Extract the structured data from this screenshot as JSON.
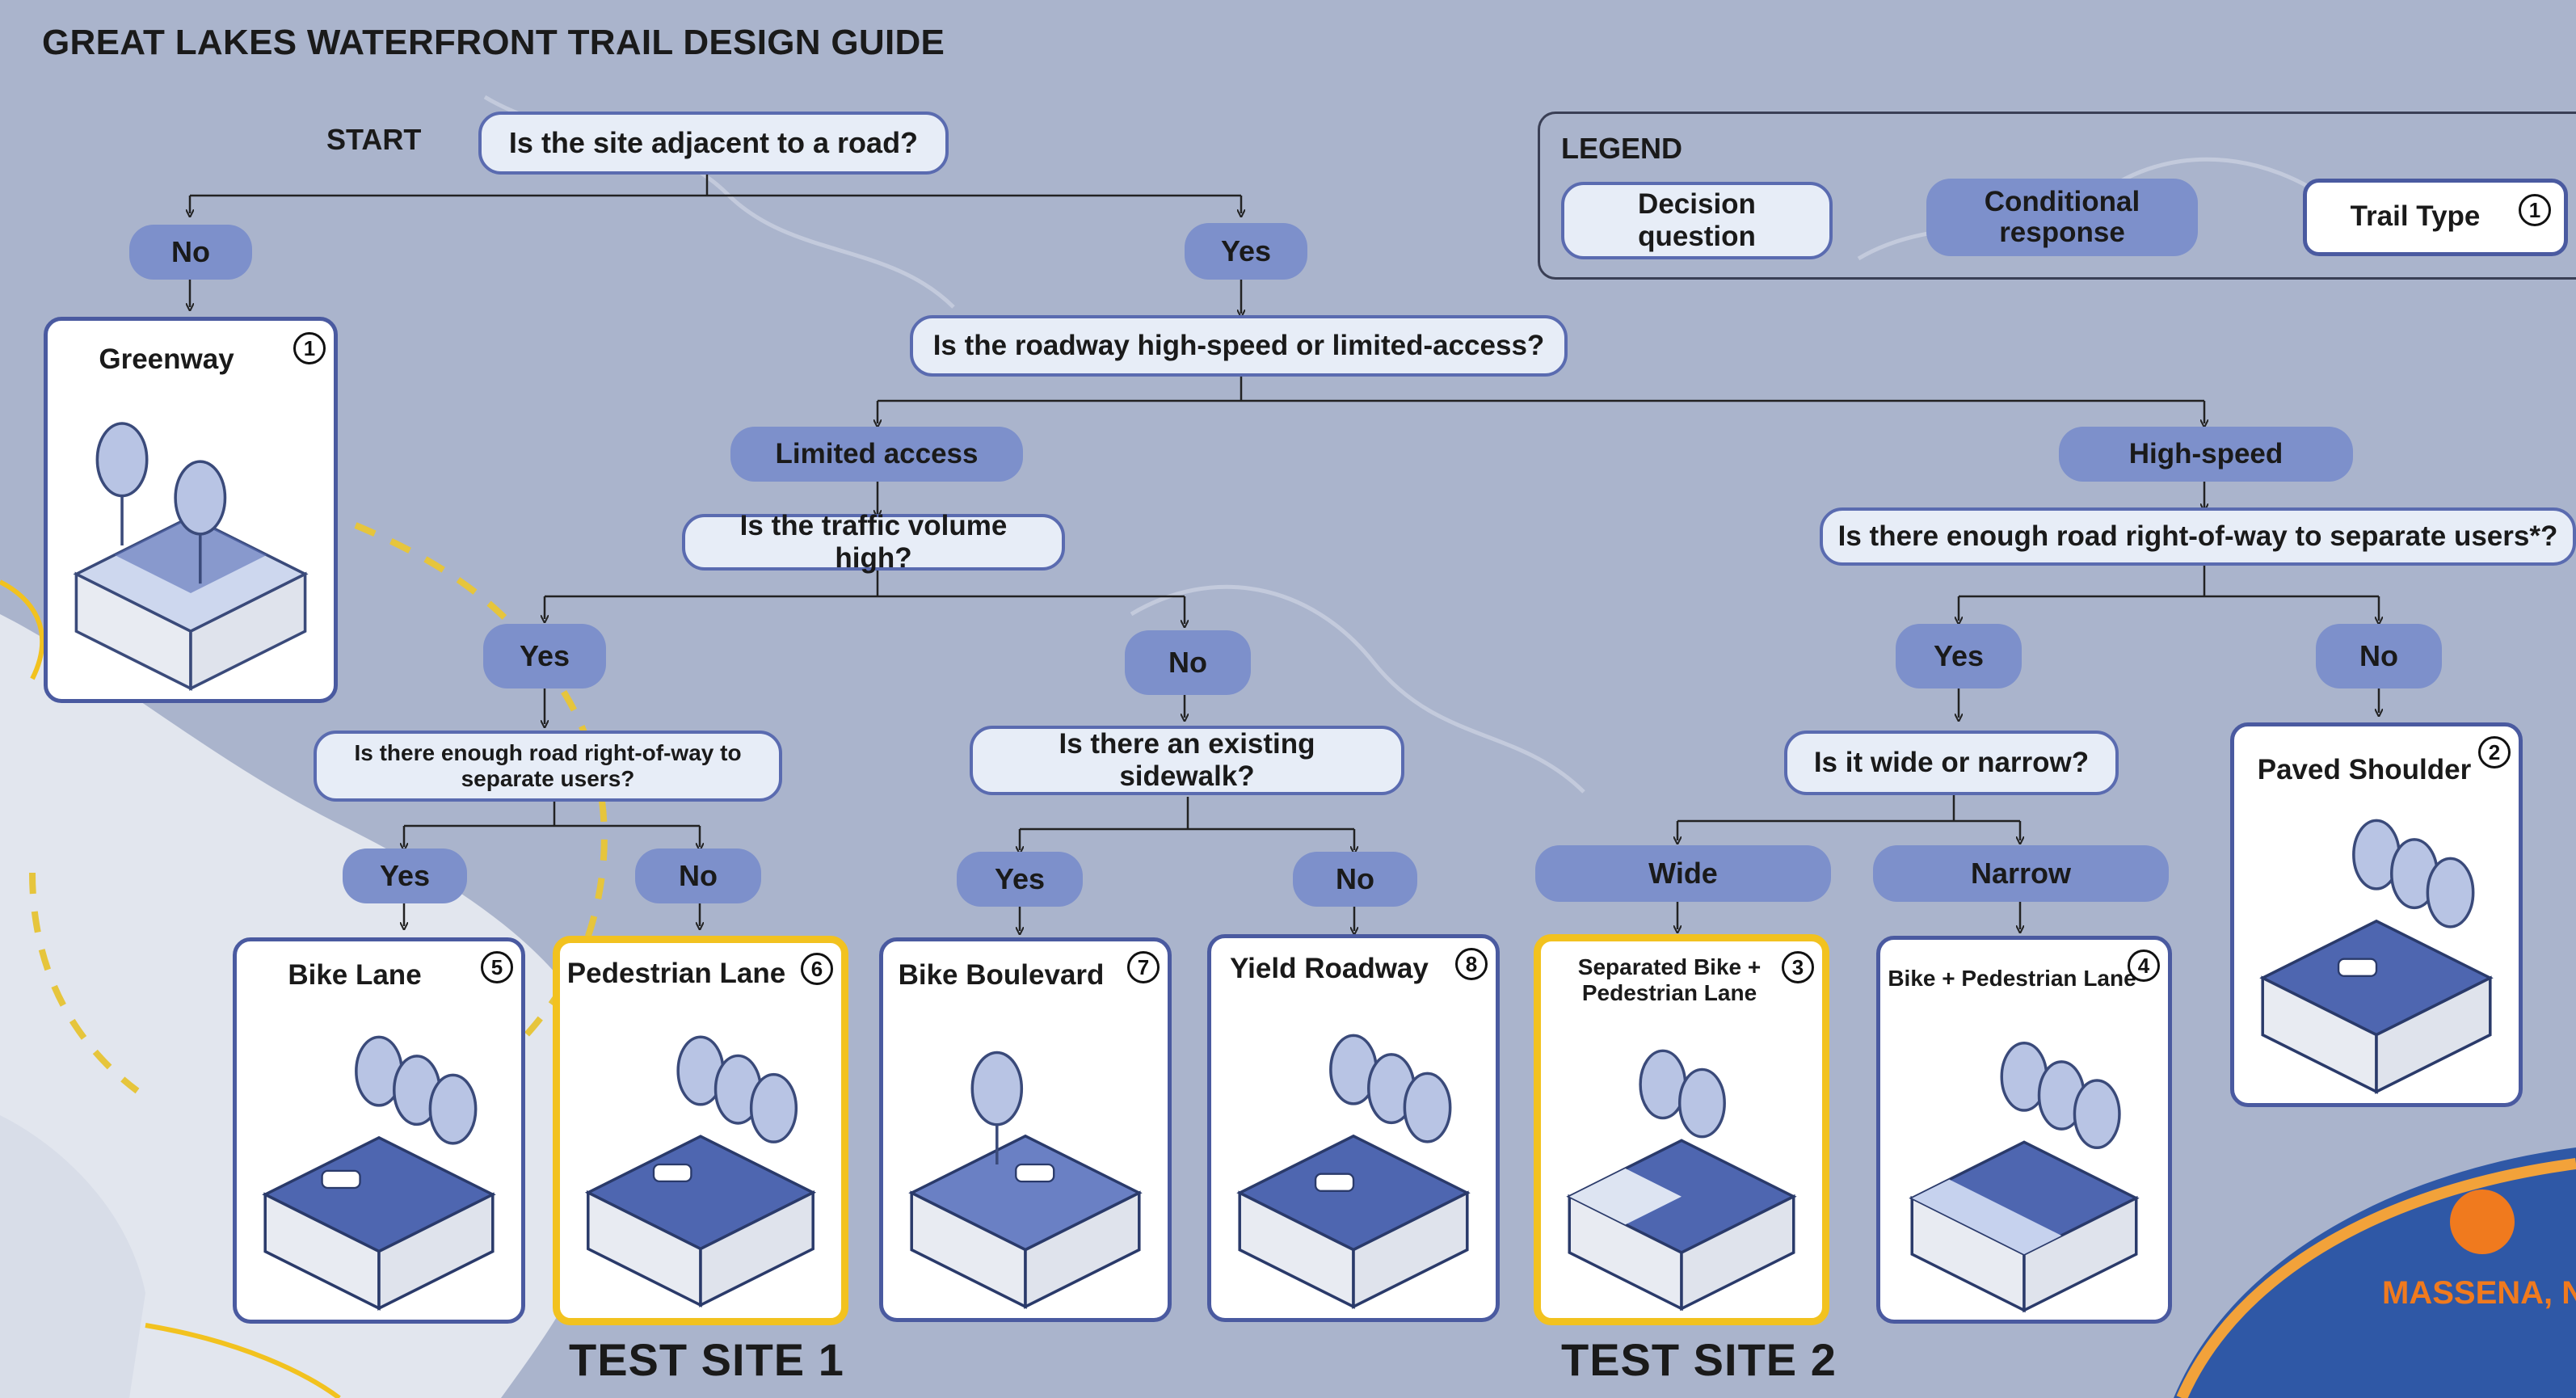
{
  "title": "GREAT LAKES WATERFRONT TRAIL DESIGN GUIDE",
  "start_label": "START",
  "questions": {
    "q1": "Is the site adjacent to a road?",
    "q2": "Is the roadway high-speed or limited-access?",
    "q3": "Is the traffic volume high?",
    "q4": "Is there enough road right-of-way to separate users?",
    "q5": "Is there an existing sidewalk?",
    "q6": "Is there enough road right-of-way to separate users*?",
    "q7": "Is it wide or narrow?"
  },
  "responses": {
    "r_no_road": "No",
    "r_yes_road": "Yes",
    "r_limited": "Limited access",
    "r_highspeed": "High-speed",
    "r_vol_yes": "Yes",
    "r_vol_no": "No",
    "r_row_yes": "Yes",
    "r_row_no": "No",
    "r_sw_yes": "Yes",
    "r_sw_no": "No",
    "r_hs_yes": "Yes",
    "r_hs_no": "No",
    "r_wide": "Wide",
    "r_narrow": "Narrow"
  },
  "trail_types": {
    "greenway": {
      "title": "Greenway",
      "num": "1"
    },
    "paved_shoulder": {
      "title": "Paved Shoulder",
      "num": "2"
    },
    "separated": {
      "title": "Separated Bike + Pedestrian Lane",
      "num": "3"
    },
    "bike_ped": {
      "title": "Bike + Pedestrian Lane",
      "num": "4"
    },
    "bike_lane": {
      "title": "Bike Lane",
      "num": "5"
    },
    "ped_lane": {
      "title": "Pedestrian Lane",
      "num": "6"
    },
    "bike_blvd": {
      "title": "Bike Boulevard",
      "num": "7"
    },
    "yield": {
      "title": "Yield Roadway",
      "num": "8"
    }
  },
  "legend": {
    "title": "LEGEND",
    "decision": "Decision question",
    "conditional": "Conditional response",
    "trail_type": "Trail Type",
    "trail_num": "1"
  },
  "test_sites": {
    "site1": "TEST SITE 1",
    "site2": "TEST SITE 2"
  },
  "map_label": "MASSENA, N",
  "colors": {
    "question_fill": "#e7edf7",
    "question_border": "#5a6bb0",
    "response_fill": "#7d90cb",
    "card_border": "#4a5aa0",
    "highlight": "#f2c21f",
    "map_bg": "#aab4cc"
  }
}
